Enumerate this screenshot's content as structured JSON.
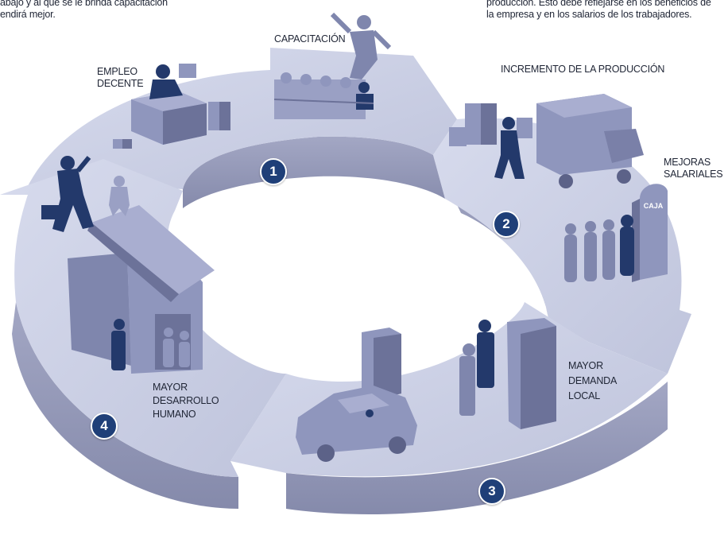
{
  "top_text": {
    "left_line1": "abajo y al que se le brinda capacitación",
    "left_line2": "endirá mejor.",
    "right_line1": "producción. Esto debe reflejarse en los beneficios de",
    "right_line2": "la empresa y en los salarios de los trabajadores."
  },
  "labels": {
    "empleo_decente": [
      "EMPLEO",
      "DECENTE"
    ],
    "capacitacion": [
      "CAPACITACIÓN"
    ],
    "incremento_produccion": [
      "INCREMENTO  DE LA PRODUCCIÓN"
    ],
    "mejoras_salariales": [
      "MEJORAS",
      "SALARIALES"
    ],
    "mayor_demanda_local": [
      "MAYOR",
      "DEMANDA",
      "LOCAL"
    ],
    "mayor_desarrollo_humano": [
      "MAYOR",
      "DESARROLLO",
      "HUMANO"
    ],
    "caja_sign": "CAJA"
  },
  "steps": [
    "1",
    "2",
    "3",
    "4"
  ],
  "colors": {
    "arrow_top": "#c7cbe1",
    "arrow_side": "#8f94b4",
    "object_fill": "#8f96bd",
    "object_dark": "#6c7299",
    "figure_blue": "#23396b",
    "badge": "#1f3f78"
  }
}
